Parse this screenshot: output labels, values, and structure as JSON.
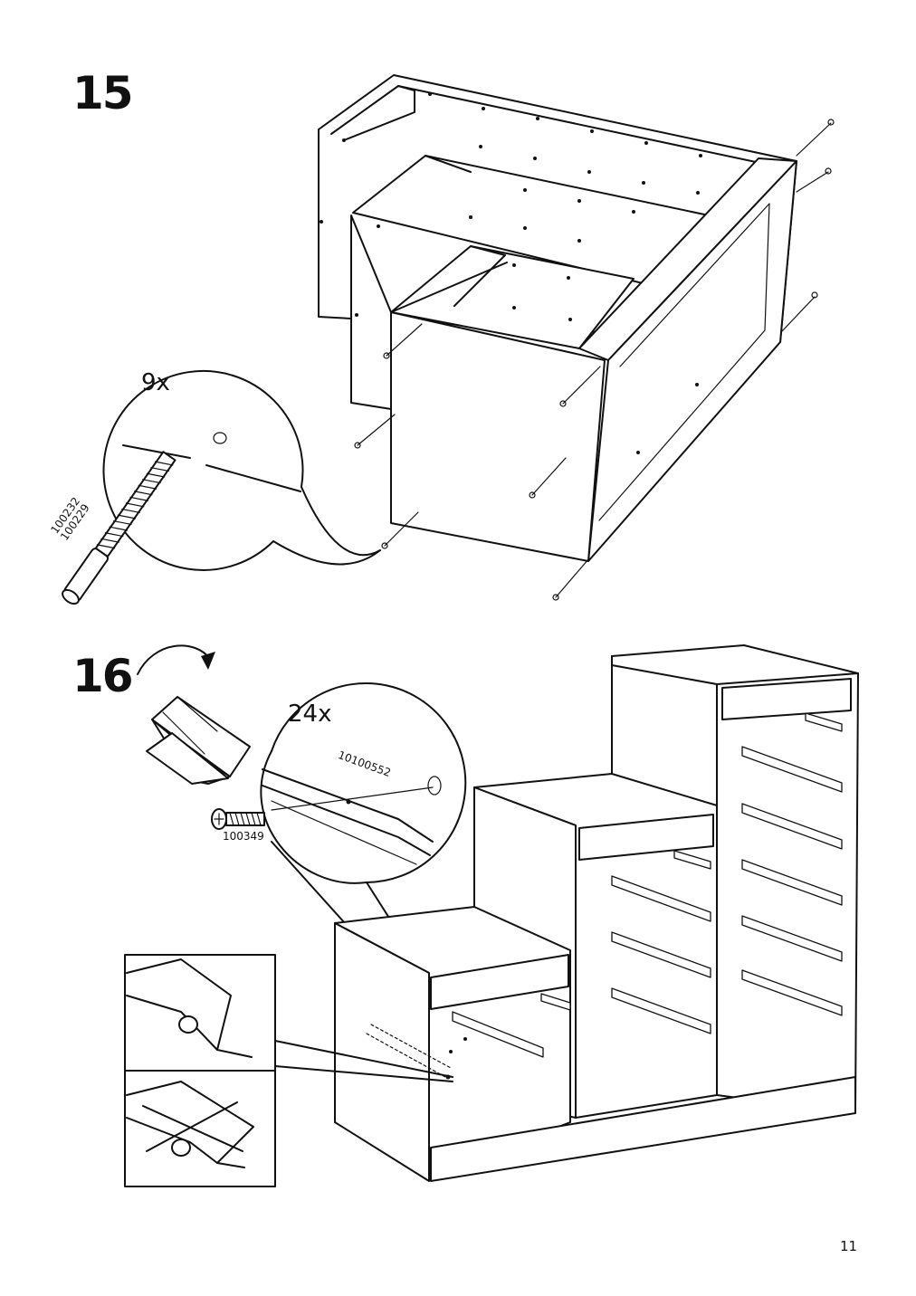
{
  "steps": [
    {
      "number": "15",
      "quantity": "9x",
      "part_codes": "100232\n100229"
    },
    {
      "number": "16",
      "quantity": "24x",
      "screw_code": "100349",
      "rail_code": "10100552"
    }
  ],
  "page": {
    "number": "11"
  }
}
